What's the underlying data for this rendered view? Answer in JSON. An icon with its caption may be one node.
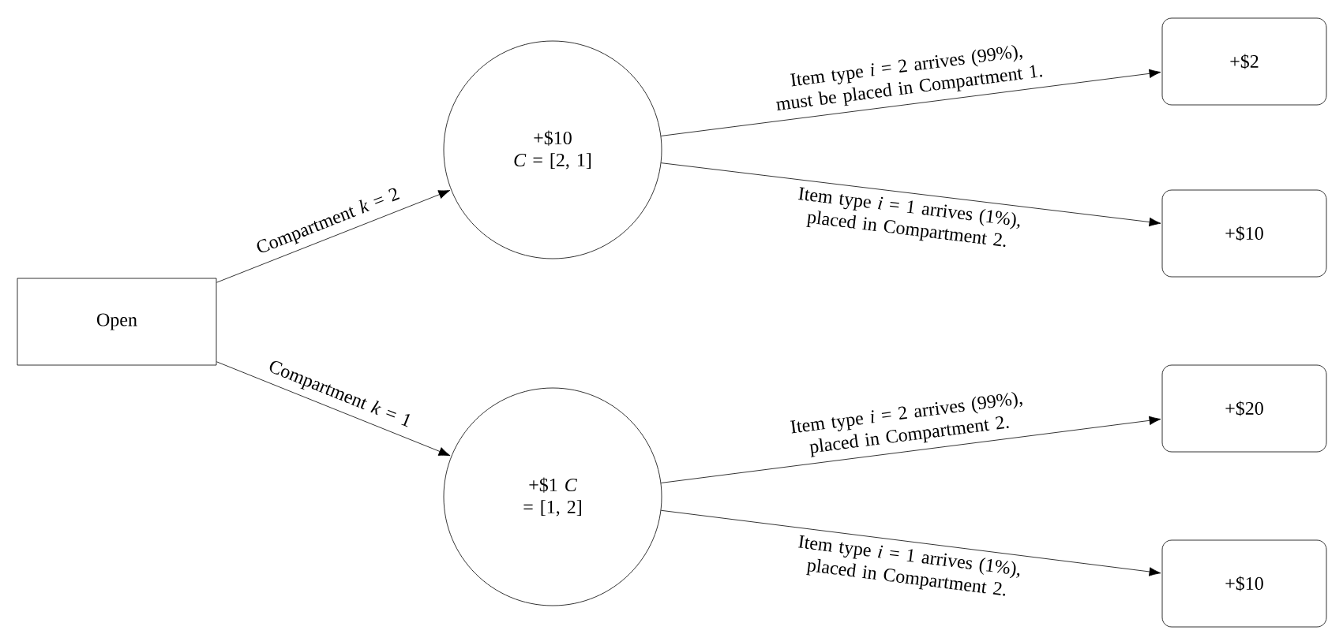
{
  "diagram": {
    "nodes": [
      {
        "text": [
          "Open"
        ]
      },
      {
        "text": [
          "+$10",
          "*C* = [2, 1]"
        ]
      },
      {
        "text": [
          "+$1 *C* = [1, 2]"
        ]
      },
      {
        "text": [
          "+$2"
        ]
      },
      {
        "text": [
          "+$10"
        ]
      },
      {
        "text": [
          "+$20"
        ]
      },
      {
        "text": [
          "+$10"
        ]
      }
    ],
    "edges": [
      {
        "from": 0,
        "to": 1,
        "arrow": "to",
        "label": "Compartment *k* = 2"
      },
      {
        "from": 0,
        "to": 2,
        "arrow": "to",
        "label": "Compartment *k* = 1"
      },
      {
        "from": 1,
        "to": 3,
        "arrow": "to",
        "label": "Item type *i* = 2 arrives (99%), must be placed in Compartment 1."
      },
      {
        "from": 1,
        "to": 4,
        "arrow": "to",
        "label": "Item type *i* = 1 arrives (1%), placed in Compartment 2."
      },
      {
        "from": 2,
        "to": 5,
        "arrow": "to",
        "label": "Item type *i* = 2 arrives (99%), placed in Compartment 2."
      },
      {
        "from": 2,
        "to": 6,
        "arrow": "to",
        "label": "Item type *i* = 1 arrives (1%), placed in Compartment 2."
      }
    ]
  }
}
